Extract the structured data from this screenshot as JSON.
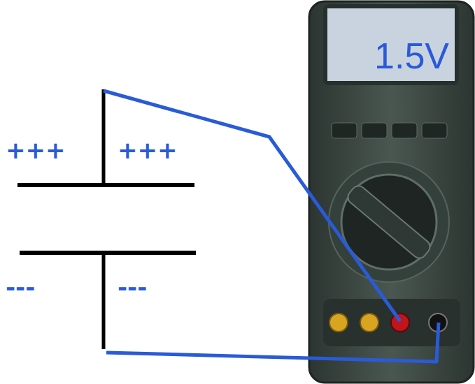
{
  "diagram": {
    "nodes": [
      {
        "text": [
          "1.5V"
        ]
      }
    ],
    "labels": [
      "+++",
      "+++",
      "---",
      "---"
    ]
  }
}
